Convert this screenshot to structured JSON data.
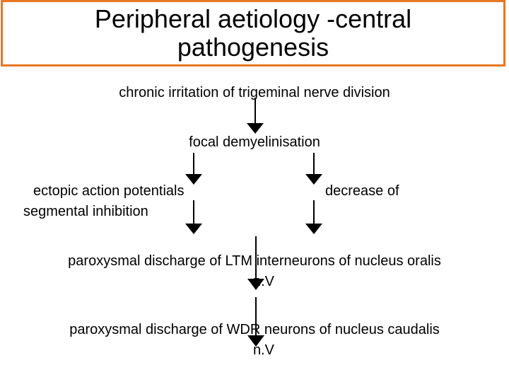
{
  "title": "Peripheral aetiology -central\npathogenesis",
  "nodes": {
    "chronic_irritation": "chronic irritation of trigeminal nerve division",
    "focal_demyelinisation": "focal demyelinisation",
    "ectopic_line1": "ectopic action potentials",
    "ectopic_line2": "segmental inhibition",
    "decrease_of": "decrease of",
    "ltm_line1": "paroxysmal discharge of LTM interneurons of nucleus oralis",
    "ltm_line2": "n.V",
    "wdr_line1": "paroxysmal discharge of WDR neurons of nucleus caudalis",
    "wdr_line2": "n.V"
  },
  "colors": {
    "title_border": "#e87722",
    "text": "#000000",
    "arrow": "#000000"
  }
}
